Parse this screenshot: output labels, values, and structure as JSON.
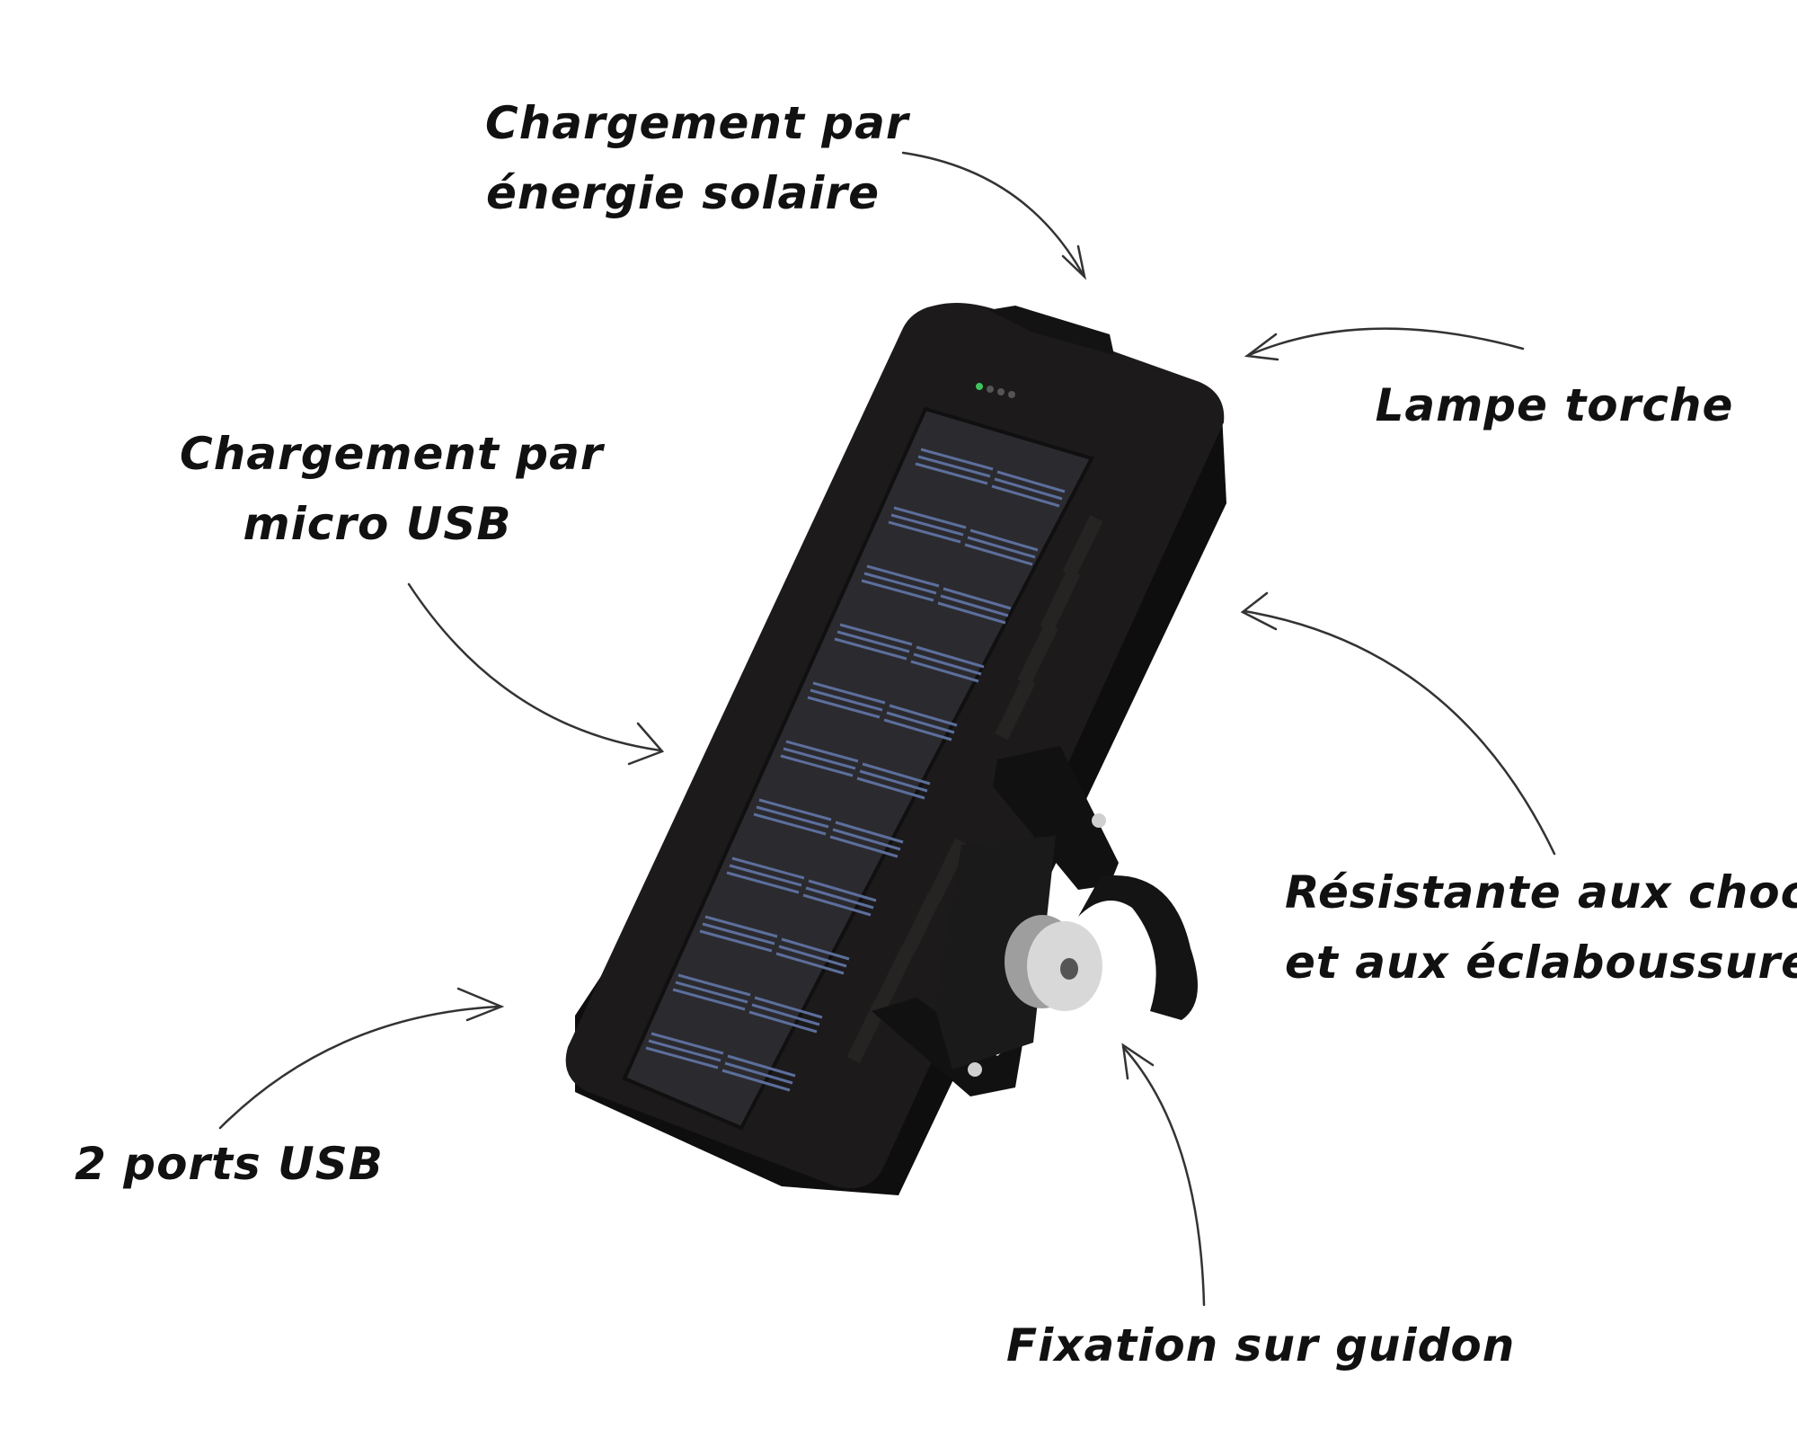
{
  "annotations": {
    "solar": {
      "line1": "Chargement par",
      "line2": "énergie solaire"
    },
    "micro_usb": {
      "line1": "Chargement par",
      "line2": "micro USB"
    },
    "torch": {
      "line1": "Lampe torche"
    },
    "usb_ports": {
      "line1": "2 ports USB"
    },
    "shock": {
      "line1": "Résistante aux chocs",
      "line2": "et aux éclaboussures"
    },
    "mount": {
      "line1": "Fixation sur guidon"
    }
  },
  "colors": {
    "text": "#111111",
    "arrow": "#333333",
    "device_body": "#1c1a1a",
    "solar_cell": "#5c6f9c",
    "led": "#3ec45a",
    "knob": "#d8d8d8"
  }
}
